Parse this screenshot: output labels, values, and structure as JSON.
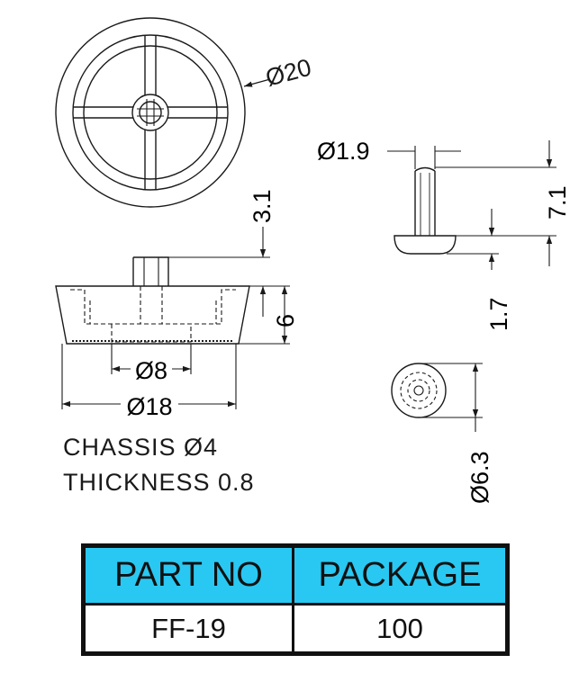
{
  "dimensions": {
    "top_view_diameter": "Ø20",
    "pin_diameter": "Ø1.9",
    "pin_length": "7.1",
    "stem_height": "3.1",
    "body_height": "6",
    "base_height": "1.7",
    "inner_diameter": "Ø8",
    "outer_diameter": "Ø18",
    "pin_base_diameter": "Ø6.3"
  },
  "notes": {
    "chassis": "CHASSIS Ø4",
    "thickness": "THICKNESS 0.8"
  },
  "table": {
    "headers": [
      "PART NO",
      "PACKAGE"
    ],
    "row": [
      "FF-19",
      "100"
    ]
  },
  "colors": {
    "header_bg": "#29c8f2",
    "line": "#1a1a1a"
  }
}
